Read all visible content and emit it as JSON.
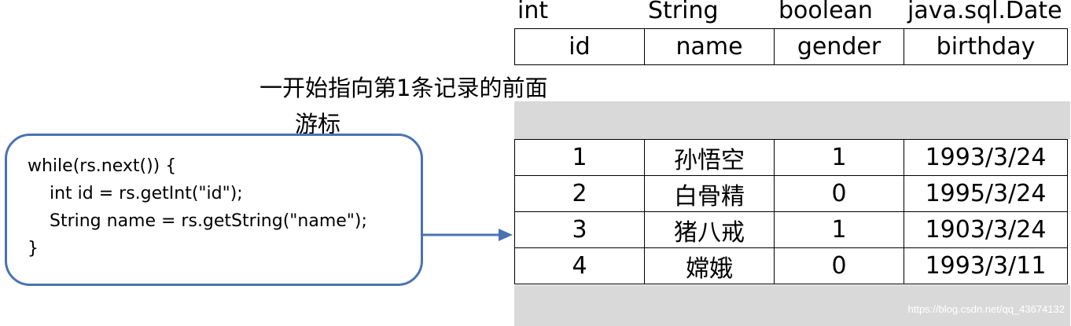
{
  "types": [
    "int",
    "String",
    "boolean",
    "java.sql.Date"
  ],
  "columns": [
    "id",
    "name",
    "gender",
    "birthday"
  ],
  "rows": [
    [
      "1",
      "孙悟空",
      "1",
      "1993/3/24"
    ],
    [
      "2",
      "白骨精",
      "0",
      "1995/3/24"
    ],
    [
      "3",
      "猪八戒",
      "1",
      "1903/3/24"
    ],
    [
      "4",
      "嫦娥",
      "0",
      "1993/3/11"
    ]
  ],
  "annotations": {
    "initial_position": "一开始指向第1条记录的前面",
    "cursor": "游标"
  },
  "code_lines": [
    "while(rs.next()) {",
    "    int id = rs.getInt(\"id\");",
    "    String name = rs.getString(\"name\");",
    "}"
  ],
  "colors": {
    "box_border": "#4a72b2",
    "arrow": "#4a72b2",
    "cursor_band": "#d9d9d9"
  },
  "watermark": "https://blog.csdn.net/qq_43674132"
}
